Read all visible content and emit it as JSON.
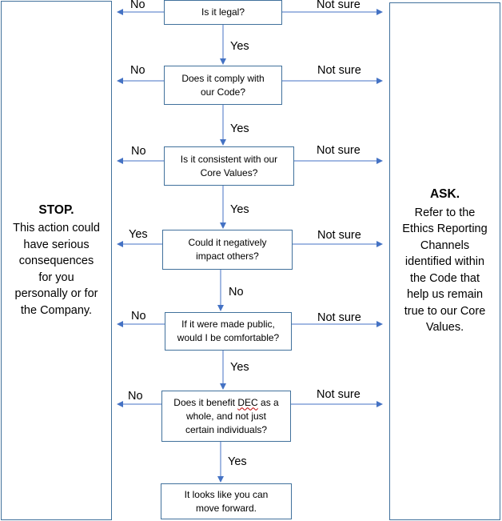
{
  "stop_panel": {
    "heading": "STOP.",
    "lines": [
      "This action could",
      "have serious",
      "consequences",
      "for you",
      "personally or for",
      "the Company."
    ]
  },
  "ask_panel": {
    "heading": "ASK.",
    "lines": [
      "Refer to the",
      "Ethics Reporting",
      "Channels",
      "identified within",
      "the Code that",
      "help us remain",
      "true to our Core",
      "Values."
    ]
  },
  "questions": [
    {
      "lines": [
        "Is it legal?"
      ],
      "left": "No",
      "right": "Not sure",
      "down": "Yes"
    },
    {
      "lines": [
        "Does it comply with",
        "our Code?"
      ],
      "left": "No",
      "right": "Not sure",
      "down": "Yes"
    },
    {
      "lines": [
        "Is it consistent with our",
        "Core Values?"
      ],
      "left": "No",
      "right": "Not sure",
      "down": "Yes"
    },
    {
      "lines": [
        "Could it negatively",
        "impact others?"
      ],
      "left": "Yes",
      "right": "Not sure",
      "down": "No"
    },
    {
      "lines": [
        "If it were made public,",
        "would I be comfortable?"
      ],
      "left": "No",
      "right": "Not sure",
      "down": "Yes"
    },
    {
      "lines": [
        "Does it benefit",
        "DEC",
        "as a",
        "whole, and not just",
        "certain individuals?"
      ],
      "left": "No",
      "right": "Not sure",
      "down": "Yes"
    }
  ],
  "final": {
    "lines": [
      "It looks like you can",
      "move forward."
    ]
  },
  "colors": {
    "line": "#4472c4",
    "border": "#41719c"
  }
}
